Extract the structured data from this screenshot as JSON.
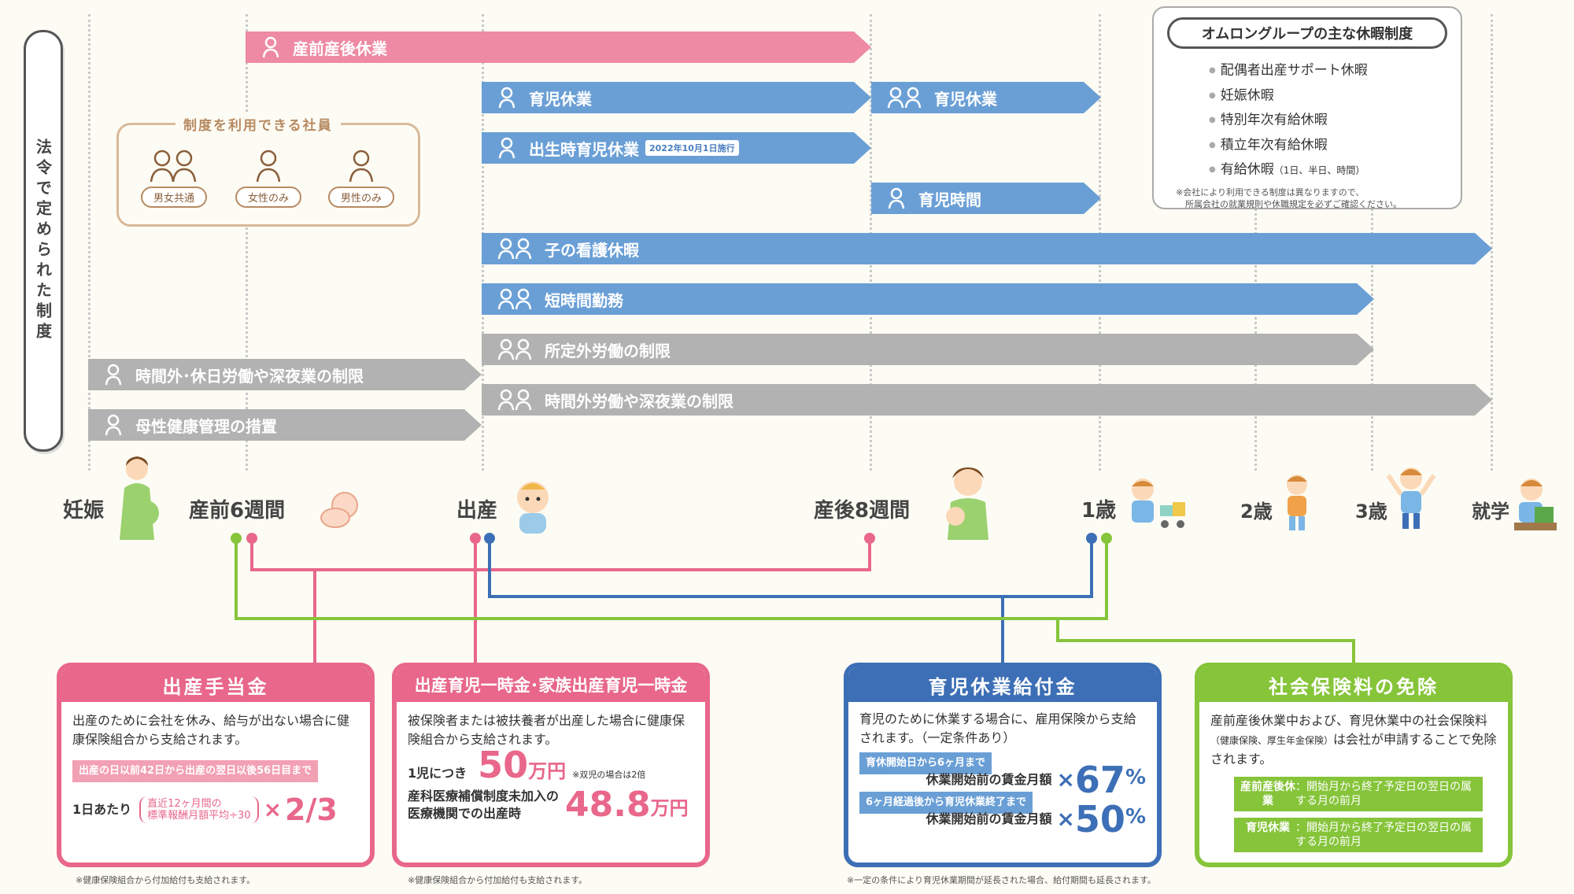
{
  "side_title": "法令で定められた制度",
  "arrows": {
    "maternity_leave": "産前産後休業",
    "childcare_leave_1": "育児休業",
    "childcare_leave_2": "育児休業",
    "birth_childcare_leave": "出生時育児休業",
    "birth_childcare_badge": "2022年10月1日施行",
    "childcare_time": "育児時間",
    "sick_child_care": "子の看護休暇",
    "short_hours": "短時間勤務",
    "overtime_limit": "所定外労働の制限",
    "pregnancy_overtime_limit": "時間外･休日労働や深夜業の制限",
    "maternal_health": "母性健康管理の措置",
    "overtime_night_limit": "時間外労働や深夜業の制限"
  },
  "legend": {
    "title": "制度を利用できる社員",
    "both": "男女共通",
    "women": "女性のみ",
    "men": "男性のみ"
  },
  "other_leave": {
    "title": "オムロングループの主な休暇制度",
    "items": [
      "配偶者出産サポート休暇",
      "妊娠休暇",
      "特別年次有給休暇",
      "積立年次有給休暇",
      "有給休暇"
    ],
    "paid_leave_sub": "（1日、半日、時間）",
    "note1": "※会社により利用できる制度は異なりますので、",
    "note2": "所属会社の就業規則や休職規定を必ずご確認ください。"
  },
  "timeline": {
    "pregnancy": "妊娠",
    "pre6w": "産前6週間",
    "birth": "出産",
    "post8w": "産後8週間",
    "age1": "1歳",
    "age2": "2歳",
    "age3": "3歳",
    "school": "就学"
  },
  "cards": {
    "maternity_allowance": {
      "title": "出産手当金",
      "desc": "出産のために会社を休み、給与が出ない場合に健康保険組合から支給されます。",
      "chip": "出産の日以前42日から出産の翌日以後56日目まで",
      "per_day": "1日あたり",
      "formula_1": "直近12ヶ月間の",
      "formula_2": "標準報酬月額平均÷30",
      "times": "×",
      "ratio": "2/3",
      "footnote": "※健康保険組合から付加給付も支給されます。"
    },
    "lump_sum": {
      "title": "出産育児一時金･家族出産育児一時金",
      "desc": "被保険者または被扶養者が出産した場合に健康保険組合から支給されます。",
      "per_child": "1児につき",
      "amount": "50",
      "unit": "万円",
      "twins": "※双児の場合は2倍",
      "nonmember_1": "産科医療補償制度未加入の",
      "nonmember_2": "医療機関での出産時",
      "amount2": "48.8",
      "unit2": "万円",
      "footnote": "※健康保険組合から付加給付も支給されます。"
    },
    "childcare_benefit": {
      "title": "育児休業給付金",
      "desc": "育児のために休業する場合に、雇用保険から支給されます。（一定条件あり）",
      "chip1": "育休開始日から6ヶ月まで",
      "base1": "休業開始前の賃金月額",
      "times1": "×",
      "pct1": "67",
      "pct_sign1": "%",
      "chip2": "6ヶ月経過後から育児休業終了まで",
      "base2": "休業開始前の賃金月額",
      "times2": "×",
      "pct2": "50",
      "pct_sign2": "%",
      "footnote": "※一定の条件により育児休業期間が延長された場合、給付期間も延長されます。"
    },
    "social_insurance": {
      "title": "社会保険料の免除",
      "desc_1": "産前産後休業中および、育児休業中の社会保険料",
      "desc_sub": "（健康保険、厚生年金保険）",
      "desc_2": "は会社が申請することで免除されます。",
      "row1_key": "産前産後休業",
      "row1_val": "：開始月から終了予定日の翌日の属する月の前月",
      "row2_key": "育児休業",
      "row2_val": "：開始月から終了予定日の翌日の属する月の前月"
    }
  },
  "colors": {
    "pink": "#ee8aa3",
    "blue": "#6a9fd6",
    "gray": "#b2b2b2",
    "card_pink": "#e8678a",
    "card_blue": "#3d6fb6",
    "card_green": "#86c43a"
  }
}
